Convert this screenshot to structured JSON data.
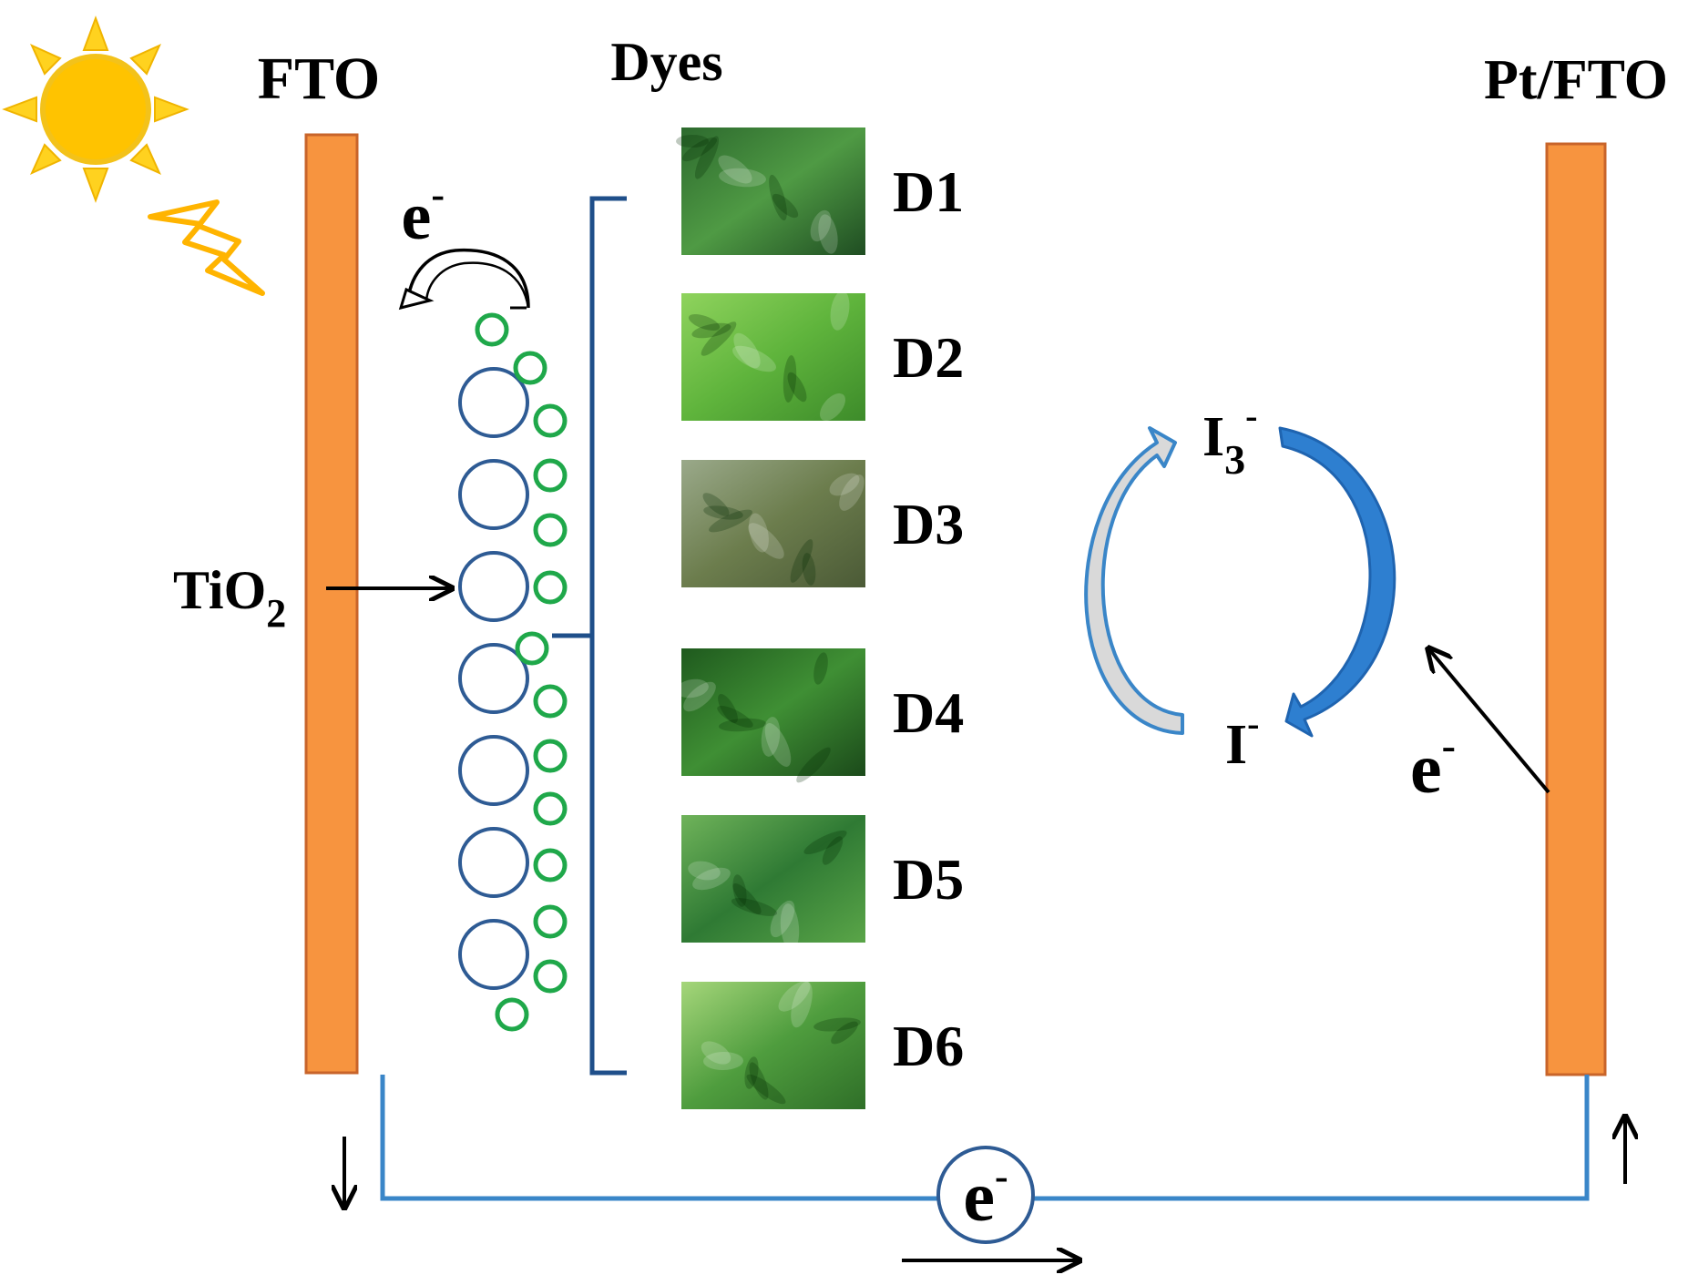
{
  "labels": {
    "fto": "FTO",
    "pt_fto": "Pt/FTO",
    "dyes_header": "Dyes",
    "tio2_main": "TiO",
    "tio2_sub": "2",
    "electron_main": "e",
    "electron_sup": "-",
    "triiodide_main": "I",
    "triiodide_sub": "3",
    "triiodide_sup": "-",
    "iodide_main": "I",
    "iodide_sup": "-"
  },
  "dyes": [
    {
      "label": "D1",
      "photo": "leafy-shrub-with-buds",
      "tone": "#3f7f3a"
    },
    {
      "label": "D2",
      "photo": "bright-green-seedlings",
      "tone": "#6fc047"
    },
    {
      "label": "D3",
      "photo": "broad-leaf-plant-with-fruit",
      "tone": "#7b8d5c"
    },
    {
      "label": "D4",
      "photo": "dense-grass-leaves",
      "tone": "#2f7a2a"
    },
    {
      "label": "D5",
      "photo": "long-thin-leaves",
      "tone": "#3d8a3d"
    },
    {
      "label": "D6",
      "photo": "maple-like-leaves",
      "tone": "#4f9d3e"
    }
  ],
  "colors": {
    "electrode": "#f7943f",
    "electrode_border": "#c8642a",
    "tio2_particle": "#2e5b94",
    "dye_particle": "#1fa84a",
    "bracket": "#1f4f8a",
    "circuit": "#3a86c8",
    "sun": "#ffc300",
    "redox_arrow": "#2e7fd0"
  }
}
